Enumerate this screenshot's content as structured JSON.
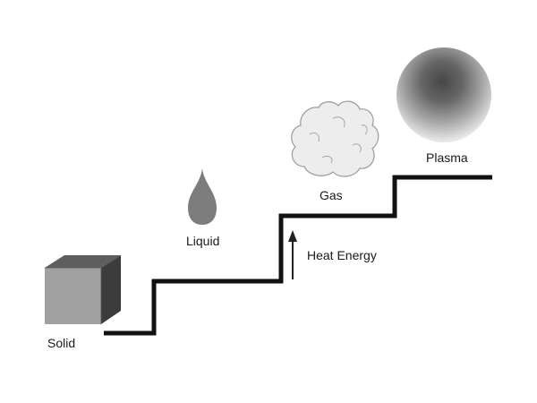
{
  "states": {
    "solid": "Solid",
    "liquid": "Liquid",
    "gas": "Gas",
    "plasma": "Plasma"
  },
  "arrow_label": "Heat Energy",
  "icons": {
    "solid": "cube-icon",
    "liquid": "droplet-icon",
    "gas": "cloud-icon",
    "plasma": "glowing-sphere-icon"
  },
  "colors": {
    "staircase": "#111111",
    "cube_front": "#a0a0a0",
    "cube_top": "#5e5e5e",
    "cube_side": "#3c3c3c",
    "droplet": "#7d7d7d",
    "gas_fill": "#ededed",
    "plasma_core": "#4a4a4a"
  }
}
